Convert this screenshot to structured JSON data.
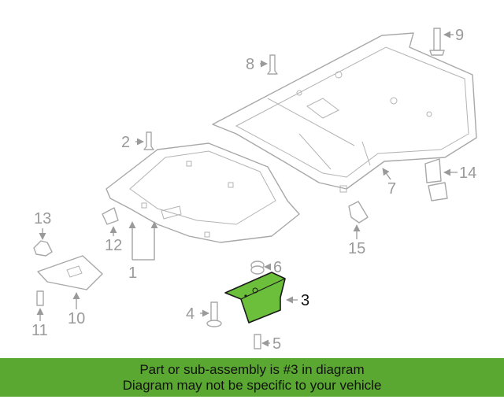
{
  "diagram": {
    "callouts": [
      "1",
      "2",
      "3",
      "4",
      "5",
      "6",
      "7",
      "8",
      "9",
      "10",
      "11",
      "12",
      "13",
      "14",
      "15"
    ],
    "highlighted_part": "3",
    "highlight_color": "#6bbf3a",
    "line_color": "#a8a8a8"
  },
  "banner": {
    "line1": "Part or sub-assembly is #3 in diagram",
    "line2": "Diagram may not be specific to your vehicle",
    "background": "#5aa832"
  }
}
